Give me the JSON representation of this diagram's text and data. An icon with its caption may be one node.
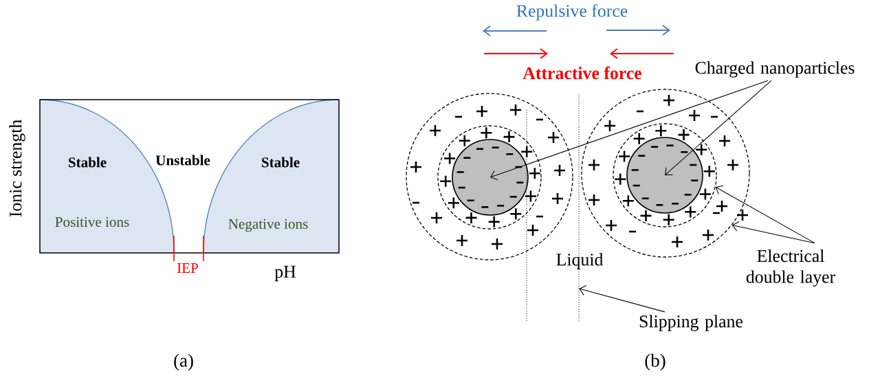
{
  "diagram": {
    "nodes": [
      {
        "text": [
          "Charged nanoparticles"
        ]
      },
      {
        "text": [],
        "shape": "circle"
      },
      {
        "text": [],
        "shape": "circle",
        "in": 1
      },
      {
        "text": [],
        "shape": "circle",
        "in": 2
      },
      {
        "text": [],
        "shape": "circle"
      },
      {
        "text": [],
        "shape": "circle",
        "in": 4
      },
      {
        "text": [],
        "shape": "circle",
        "in": 5
      },
      {
        "text": [
          "Electrical double layer"
        ]
      },
      {
        "text": [
          "Slipping plane"
        ]
      },
      {
        "text": [],
        "shape": "line"
      },
      {
        "text": [],
        "shape": "line"
      }
    ],
    "edges": [
      {
        "from": 0,
        "to": 3,
        "arrow": "to"
      },
      {
        "from": 0,
        "to": 6,
        "arrow": "to"
      },
      {
        "from": 7,
        "to": 5,
        "arrow": "to"
      },
      {
        "from": 7,
        "to": 4,
        "arrow": "to"
      },
      {
        "from": 8,
        "to": 10,
        "arrow": "to"
      }
    ],
    "labels": [
      "Repulsive force",
      "Attractive force",
      "Ionic strength",
      "Stable",
      "Unstable",
      "Stable",
      "Positive ions",
      "Negative ions",
      "IEP",
      "pH",
      "Liquid",
      "(a)",
      "(b)"
    ]
  }
}
